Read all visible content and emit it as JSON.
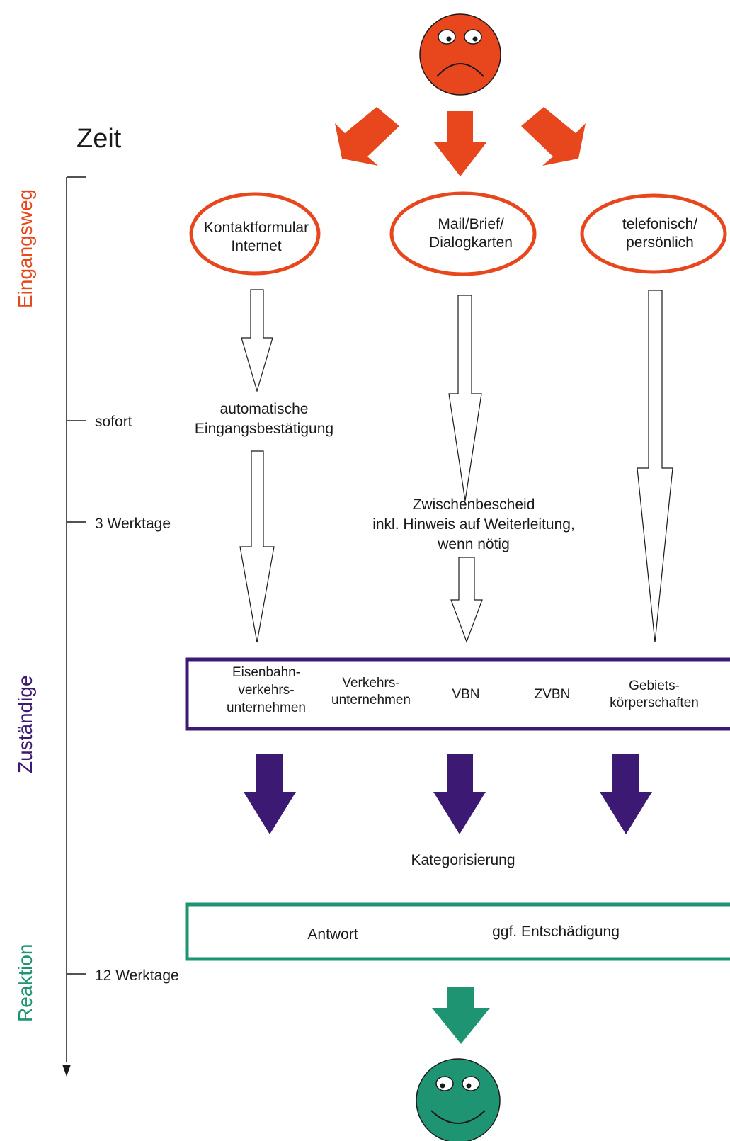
{
  "time_axis": {
    "title": "Zeit",
    "ticks": [
      "sofort",
      "3 Werktage",
      "12 Werktage"
    ]
  },
  "sections": {
    "eingangsweg": {
      "label": "Eingangsweg",
      "color": "#E8461C"
    },
    "zustaendige": {
      "label": "Zuständige",
      "color": "#3C1A73"
    },
    "reaktion": {
      "label": "Reaktion",
      "color": "#1F9473"
    }
  },
  "channels": [
    {
      "lines": [
        "Kontaktformular",
        "Internet"
      ]
    },
    {
      "lines": [
        "Mail/Brief/",
        "Dialogkarten"
      ]
    },
    {
      "lines": [
        "telefonisch/",
        "persönlich"
      ]
    }
  ],
  "steps": {
    "confirmation": [
      "automatische",
      "Eingangsbestätigung"
    ],
    "interim": [
      "Zwischenbescheid",
      "inkl. Hinweis auf Weiterleitung,",
      "wenn nötig"
    ]
  },
  "responsible": [
    {
      "lines": [
        "Eisenbahn-",
        "verkehrs-",
        "unternehmen"
      ]
    },
    {
      "lines": [
        "Verkehrs-",
        "unternehmen"
      ]
    },
    {
      "lines": [
        "VBN"
      ]
    },
    {
      "lines": [
        "ZVBN"
      ]
    },
    {
      "lines": [
        "Gebiets-",
        "körperschaften"
      ]
    }
  ],
  "categorization": "Kategorisierung",
  "reaction": {
    "answer": "Antwort",
    "compensation": "ggf. Entschädigung"
  },
  "faces": {
    "start": "sad-face-icon",
    "end": "happy-face-icon"
  },
  "colors": {
    "orange": "#E8461C",
    "purple": "#3C1A73",
    "green": "#1F9473",
    "ink": "#1a1a1a"
  }
}
